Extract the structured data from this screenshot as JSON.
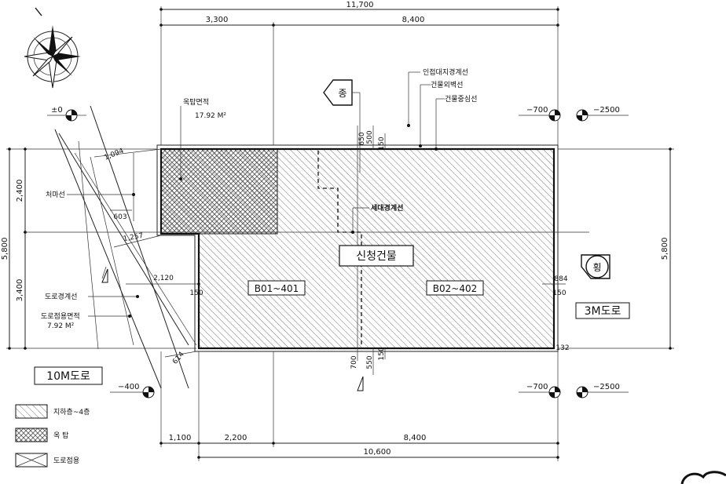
{
  "dims": {
    "top_total": "11,700",
    "top_left": "3,300",
    "top_right": "8,400",
    "bot_a": "1,100",
    "bot_b": "2,200",
    "bot_c": "8,400",
    "bot_total": "10,600",
    "left_total": "5,800",
    "left_upper": "2,400",
    "left_lower": "3,400",
    "right_total": "5,800",
    "d650": "650",
    "d500": "500",
    "d150_top": "150",
    "d700": "700",
    "d550": "550",
    "d150_bot": "150",
    "d1094": "1,094",
    "d603": "603",
    "d1257": "1,257",
    "d2120": "2,120",
    "d150_left": "150",
    "d884": "884",
    "d150_right": "150",
    "d614": "614",
    "d132": "132"
  },
  "levels": {
    "top_left": "±0",
    "top_mid": "−700",
    "top_right": "−2500",
    "bot_left": "−400",
    "bot_mid": "−700",
    "bot_right": "−2500"
  },
  "labels": {
    "rooftop_area": "옥탑면적",
    "rooftop_area_value": "17.92 M²",
    "eave_line": "처마선",
    "adjacent_boundary": "인접대지경계선",
    "building_outer_wall": "건물외벽선",
    "building_center_line": "건물중심선",
    "household_boundary": "세대경계선",
    "new_building": "신청건물",
    "unit_left": "B01~401",
    "unit_right": "B02~402",
    "road_boundary": "도로경계선",
    "road_area": "도로점용면적",
    "road_area_value": "7.92 M²",
    "road_10m": "10M도로",
    "road_3m": "3M도로",
    "section_longitudinal": "종",
    "section_transverse": "횡"
  },
  "legend": {
    "basement_to_4f": "지하층~4층",
    "rooftop": "옥 탑",
    "road_use": "도로점용"
  }
}
